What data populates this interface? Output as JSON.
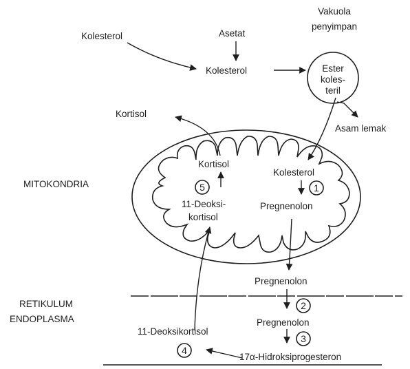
{
  "labels": {
    "kolesterol_top_left": "Kolesterol",
    "asetat": "Asetat",
    "kolesterol_mid": "Kolesterol",
    "vakuola_line1": "Vakuola",
    "vakuola_line2": "penyimpan",
    "ester_line1": "Ester",
    "ester_line2": "koles-",
    "ester_line3": "teril",
    "asam_lemak": "Asam lemak",
    "kortisol_outside": "Kortisol",
    "mitokondria": "MITOKONDRIA",
    "kortisol_inside": "Kortisol",
    "deoksi_line1": "11-Deoksi-",
    "deoksi_line2": "kortisol",
    "kolesterol_inside": "Kolesterol",
    "pregnenolon_inside": "Pregnenolon",
    "pregnenolon_below": "Pregnenolon",
    "retikulum_line1": "RETIKULUM",
    "retikulum_line2": "ENDOPLASMA",
    "pregnenolon_er": "Pregnenolon",
    "deoksikortisol_er": "11-Deoksikortisol",
    "hidroksiprogesteron": "17α-Hidroksiprogesteron"
  },
  "steps": [
    "1",
    "2",
    "3",
    "4",
    "5"
  ]
}
